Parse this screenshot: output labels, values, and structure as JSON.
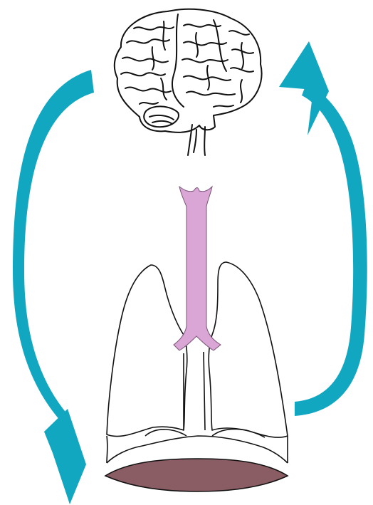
{
  "diagram": {
    "colors": {
      "arrow": "#12a7c0",
      "trachea": "#d9a6d6",
      "diaphragm": "#8a5c63",
      "outline": "#111111",
      "background": "#ffffff"
    },
    "parts": [
      {
        "name": "brain",
        "icon": "brain-icon"
      },
      {
        "name": "trachea",
        "icon": "trachea-icon"
      },
      {
        "name": "lungs",
        "icon": "lungs-icon"
      },
      {
        "name": "diaphragm",
        "icon": "diaphragm-icon"
      }
    ],
    "arrows": [
      {
        "name": "brain-to-diaphragm",
        "direction": "down"
      },
      {
        "name": "lungs-to-brain",
        "direction": "up"
      }
    ]
  }
}
